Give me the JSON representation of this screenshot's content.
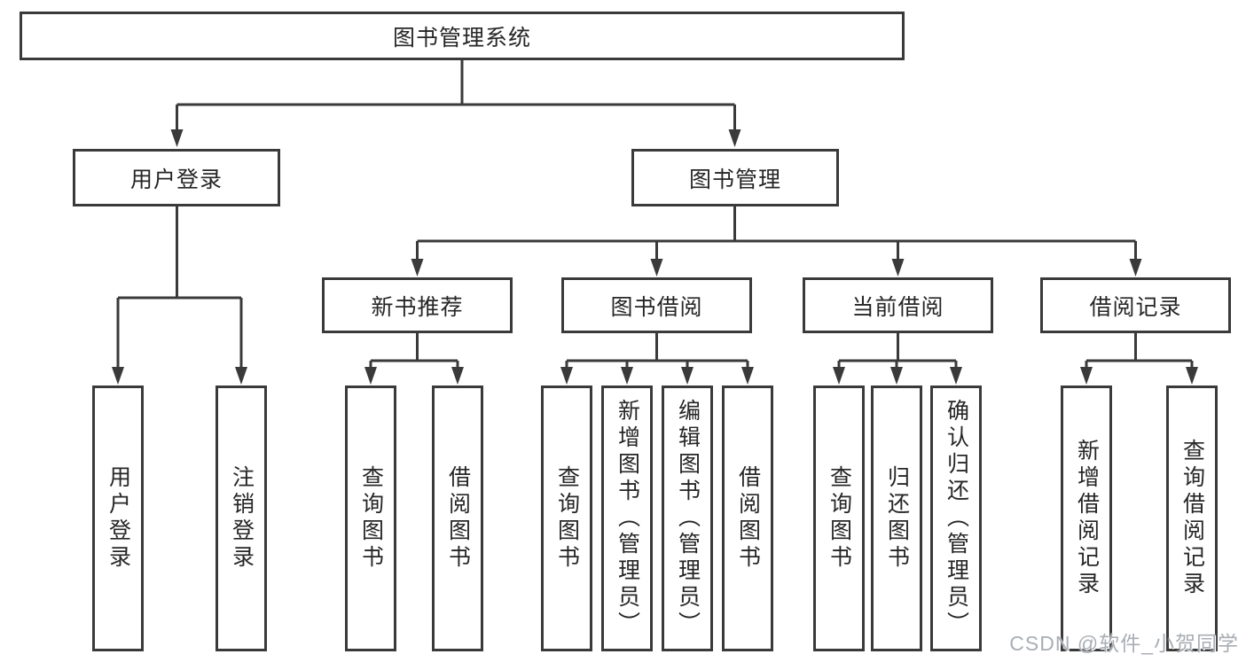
{
  "tree": {
    "label": "图书管理系统",
    "children": [
      {
        "label": "用户登录",
        "children": [
          {
            "label": "用户登录"
          },
          {
            "label": "注销登录"
          }
        ]
      },
      {
        "label": "图书管理",
        "children": [
          {
            "label": "新书推荐",
            "children": [
              {
                "label": "查询图书"
              },
              {
                "label": "借阅图书"
              }
            ]
          },
          {
            "label": "图书借阅",
            "children": [
              {
                "label": "查询图书"
              },
              {
                "label": "新增图书（管理员）"
              },
              {
                "label": "编辑图书（管理员）"
              },
              {
                "label": "借阅图书"
              }
            ]
          },
          {
            "label": "当前借阅",
            "children": [
              {
                "label": "查询图书"
              },
              {
                "label": "归还图书"
              },
              {
                "label": "确认归还（管理员）"
              }
            ]
          },
          {
            "label": "借阅记录",
            "children": [
              {
                "label": "新增借阅记录"
              },
              {
                "label": "查询借阅记录"
              }
            ]
          }
        ]
      }
    ]
  },
  "watermark": "CSDN @软件_小贺同学",
  "colors": {
    "line": "#3a3a3a",
    "box_border": "#3a3a3a",
    "text": "#262626",
    "watermark": "#a9aeb4",
    "background": "#ffffff"
  }
}
